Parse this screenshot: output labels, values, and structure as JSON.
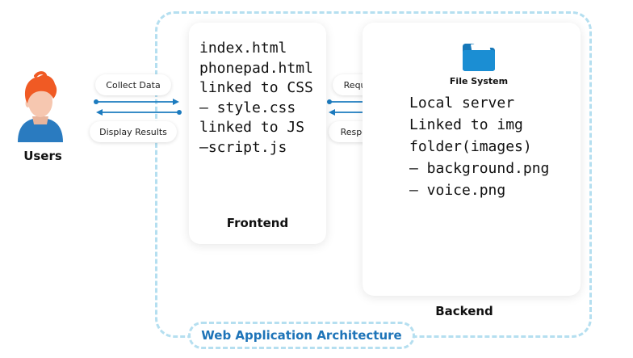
{
  "diagram": {
    "title": "Web Application Architecture",
    "users": {
      "label": "Users",
      "icon": "user-avatar-icon"
    },
    "user_frontend_links": {
      "collect_label": "Collect Data",
      "display_label": "Display Results"
    },
    "frontend": {
      "caption": "Frontend",
      "lines": [
        "index.html",
        "phonepad.html",
        "linked to CSS",
        "– style.css",
        "linked to JS",
        "–script.js"
      ]
    },
    "frontend_backend_links": {
      "request_label": "Request",
      "response_label": "Response"
    },
    "backend": {
      "caption": "Backend",
      "file_system": {
        "label": "File System",
        "icon": "folder-icon"
      },
      "lines": [
        "Local server",
        "Linked to img",
        "folder(images)",
        "– background.png",
        "– voice.png"
      ]
    },
    "colors": {
      "frame_dashed": "#b5dff0",
      "title_text": "#1e74b8",
      "arrow": "#1c7bbf",
      "folder": "#1b8ed3",
      "user_hair": "#f05a24",
      "user_skin": "#f6c7b0",
      "user_shirt": "#2a7bc0"
    }
  }
}
